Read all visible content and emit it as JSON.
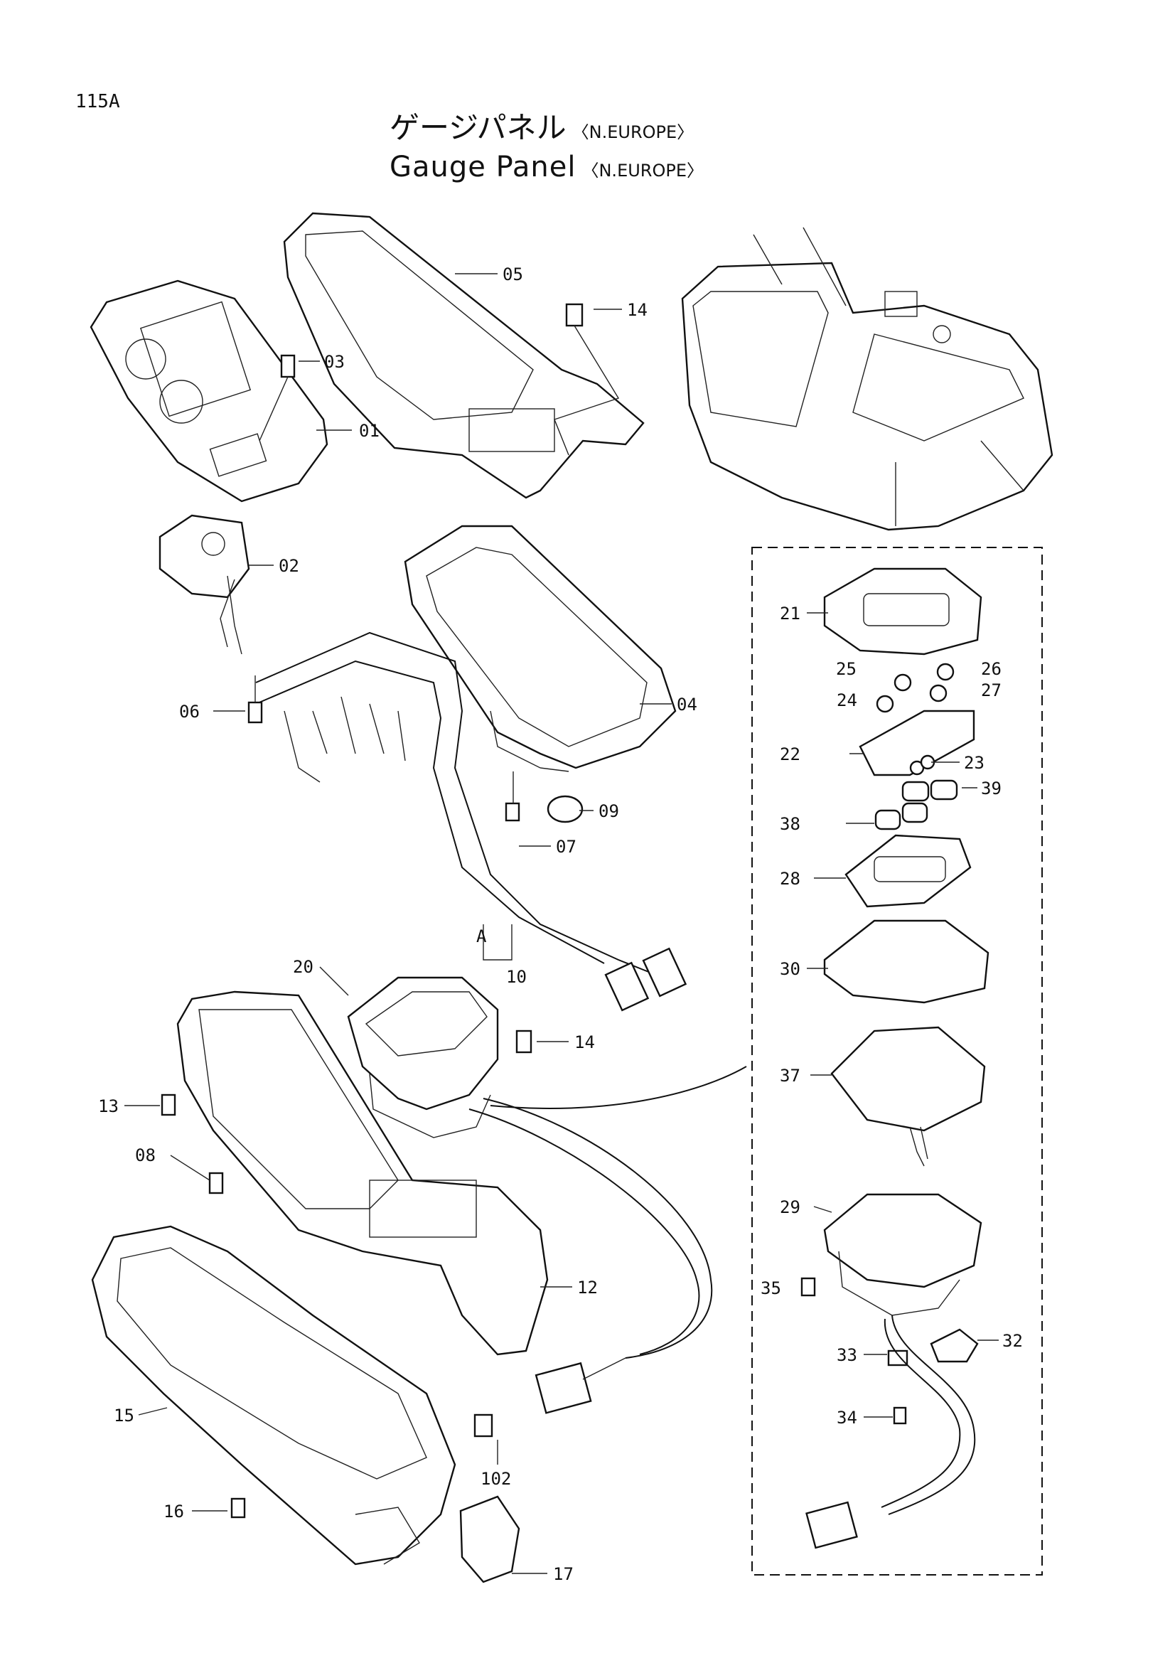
{
  "page_number": "115A",
  "title_jp": "ゲージパネル",
  "title_en": "Gauge Panel",
  "region": "〈N.EUROPE〉",
  "callouts": {
    "c01": "01",
    "c02": "02",
    "c03": "03",
    "c04": "04",
    "c05": "05",
    "c06": "06",
    "c07": "07",
    "c08": "08",
    "c09": "09",
    "c10": "10",
    "c12": "12",
    "c13": "13",
    "c14a": "14",
    "c14b": "14",
    "c15": "15",
    "c16": "16",
    "c17": "17",
    "c20": "20",
    "c21": "21",
    "c22": "22",
    "c23": "23",
    "c24": "24",
    "c25": "25",
    "c26": "26",
    "c27": "27",
    "c28": "28",
    "c29": "29",
    "c30": "30",
    "c32": "32",
    "c33": "33",
    "c34": "34",
    "c35": "35",
    "c37": "37",
    "c38": "38",
    "c39": "39",
    "c102": "102",
    "cA": "A"
  }
}
